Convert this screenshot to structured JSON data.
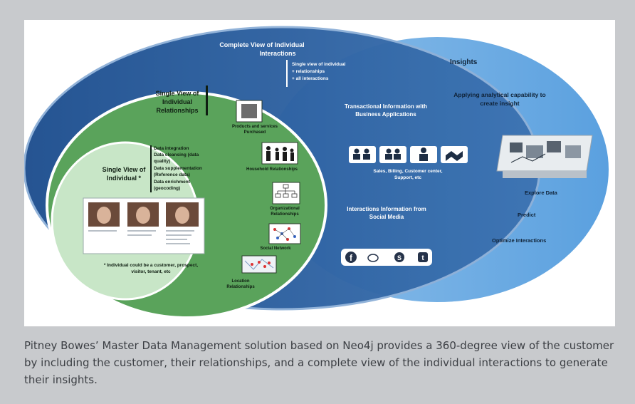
{
  "diagram": {
    "outer_title": [
      "Complete View of Individual",
      "Interactions"
    ],
    "outer_bullets": [
      "Single view of individual",
      "+ relationships",
      "+ all interactions"
    ],
    "transactional_title": [
      "Transactional Information with",
      "Business Applications"
    ],
    "transactional_caption": [
      "Sales, Billing, Customer center,",
      "Support, etc"
    ],
    "social_title": [
      "Interactions Information from",
      "Social Media"
    ],
    "social_icons": [
      "f",
      "reddit",
      "S",
      "t"
    ],
    "insights": {
      "title": "Insights",
      "subtitle": [
        "Applying analytical capability to",
        "create insight"
      ],
      "items": [
        "Explore Data",
        "Predict",
        "Optimize Interactions"
      ]
    },
    "relationships": {
      "title": [
        "Single View of",
        "Individual",
        "Relationships"
      ],
      "items": [
        {
          "label": [
            "Products and services",
            "Purchased"
          ],
          "icon": "building-icon"
        },
        {
          "label": [
            "Household Relationships"
          ],
          "icon": "family-icon"
        },
        {
          "label": [
            "Organizational",
            "Relationships"
          ],
          "icon": "org-chart-icon"
        },
        {
          "label": [
            "Social Network"
          ],
          "icon": "network-icon"
        },
        {
          "label": [
            "Location",
            "Relationships"
          ],
          "icon": "map-icon"
        }
      ]
    },
    "individual": {
      "title": [
        "Single View of",
        "Individual *"
      ],
      "list": [
        "Data integration",
        "Data cleansing (data",
        "quality)",
        "Data supplementation",
        "(Reference data)",
        "Data enrichment",
        "(geocoding)"
      ],
      "footnote": [
        "* Individual could be a customer, prospect,",
        "visitor, tenant, etc"
      ]
    }
  },
  "caption": "Pitney Bowes’ Master Data Management solution based on Neo4j provides a 360-degree view of the customer by including the customer, their relationships, and a complete view of the individual interactions to generate their insights."
}
